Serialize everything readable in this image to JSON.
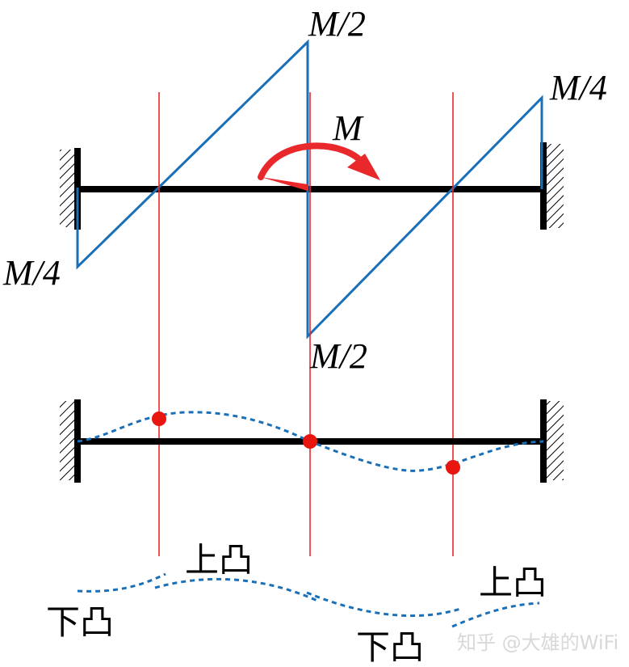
{
  "labels": {
    "moment_applied": "M",
    "top_left": "M/4",
    "top_peak": "M/2",
    "top_right": "M/4",
    "bottom_mid": "M/2",
    "convex_up_1": "上凸",
    "convex_up_2": "上凸",
    "convex_down_1": "下凸",
    "convex_down_2": "下凸"
  },
  "watermark": "知乎 @大雄的WiFi",
  "colors": {
    "beam": "#000000",
    "moment_diagram": "#1a70b8",
    "section_line": "#e8282b",
    "applied_moment": "#e8282b",
    "deflection": "#1a70b8",
    "inflection_point": "#e8160f"
  }
}
